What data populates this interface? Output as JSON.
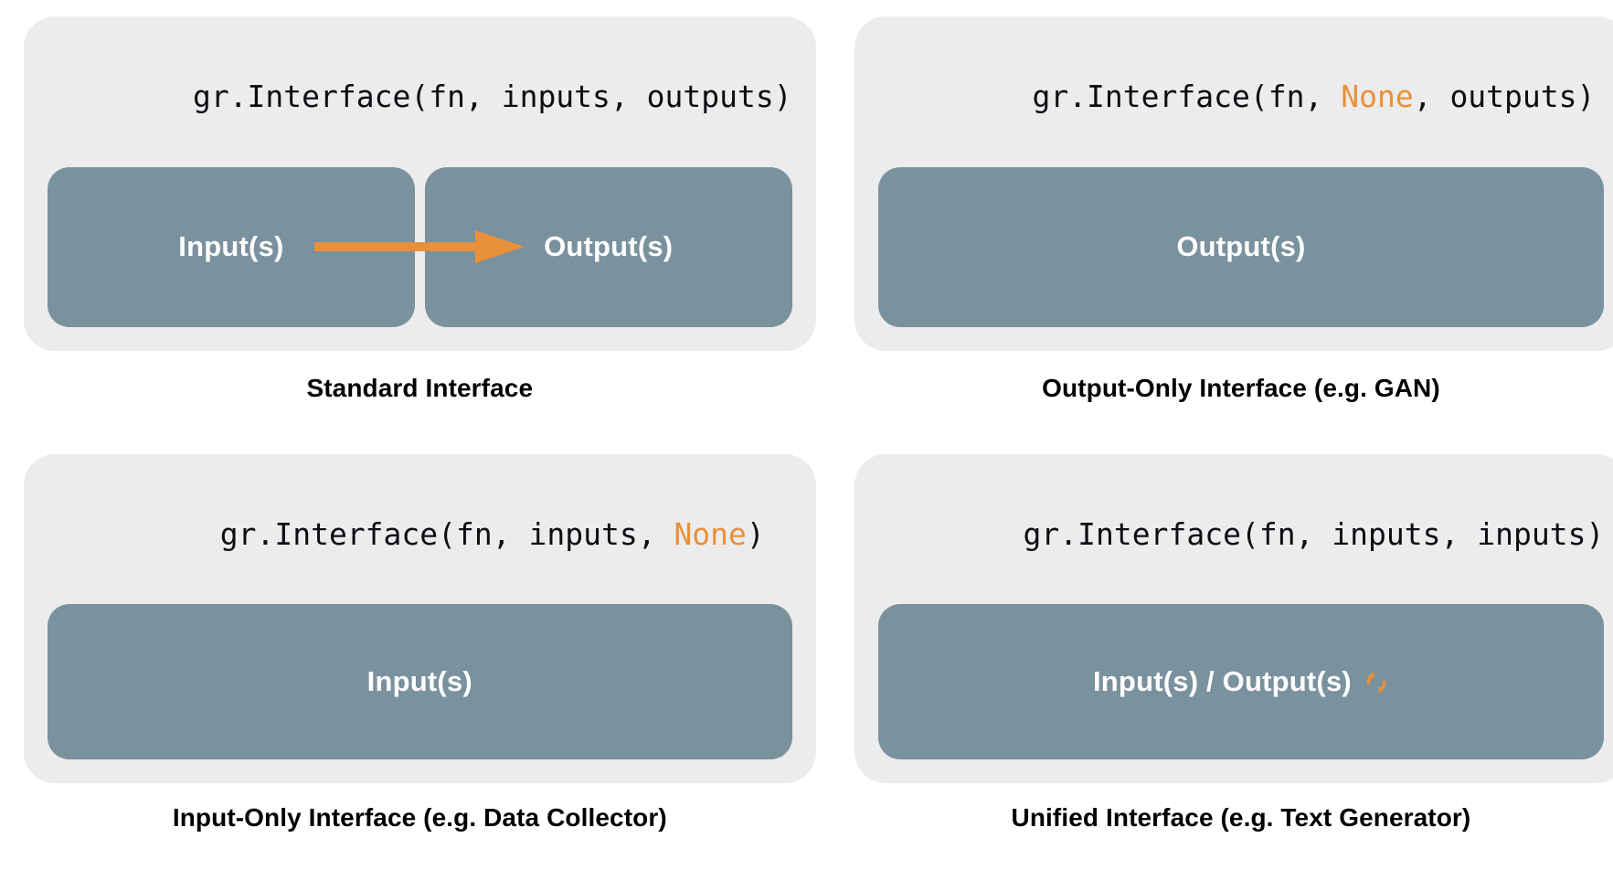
{
  "colors": {
    "panel_bg": "#ececec",
    "block_fill": "#7a919e",
    "accent_orange": "#e8913a",
    "arrow_orange": "#e8913a",
    "text_dark": "#0d0d14",
    "label_white": "#ffffff",
    "page_bg": "#ffffff"
  },
  "panels": [
    {
      "id": "standard-interface",
      "code": {
        "prefix": "gr.Interface(fn, inputs, outputs)",
        "part1": "gr.Interface(fn, inputs, outputs)",
        "highlight": "",
        "part2": ""
      },
      "blocks": [
        {
          "label": "Input(s)"
        },
        {
          "label": "Output(s)"
        }
      ],
      "arrow": {
        "present": true,
        "direction": "right",
        "color": "#e8913a"
      },
      "caption": "Standard Interface"
    },
    {
      "id": "output-only-interface",
      "code": {
        "part1": "gr.Interface(fn, ",
        "highlight": "None",
        "part2": ", outputs)"
      },
      "blocks": [
        {
          "label": "Output(s)"
        }
      ],
      "arrow": {
        "present": false
      },
      "caption": "Output-Only Interface (e.g. GAN)"
    },
    {
      "id": "input-only-interface",
      "code": {
        "part1": "gr.Interface(fn, inputs, ",
        "highlight": "None",
        "part2": ")"
      },
      "blocks": [
        {
          "label": "Input(s)"
        }
      ],
      "arrow": {
        "present": false
      },
      "caption": "Input-Only Interface (e.g. Data Collector)"
    },
    {
      "id": "unified-interface",
      "code": {
        "part1": "gr.Interface(fn, inputs, inputs)",
        "highlight": "",
        "part2": ""
      },
      "blocks": [
        {
          "label": "Input(s) / Output(s)",
          "icon": "sync-refresh-icon",
          "icon_color": "#e8913a"
        }
      ],
      "arrow": {
        "present": false
      },
      "caption": "Unified Interface (e.g. Text Generator)"
    }
  ]
}
